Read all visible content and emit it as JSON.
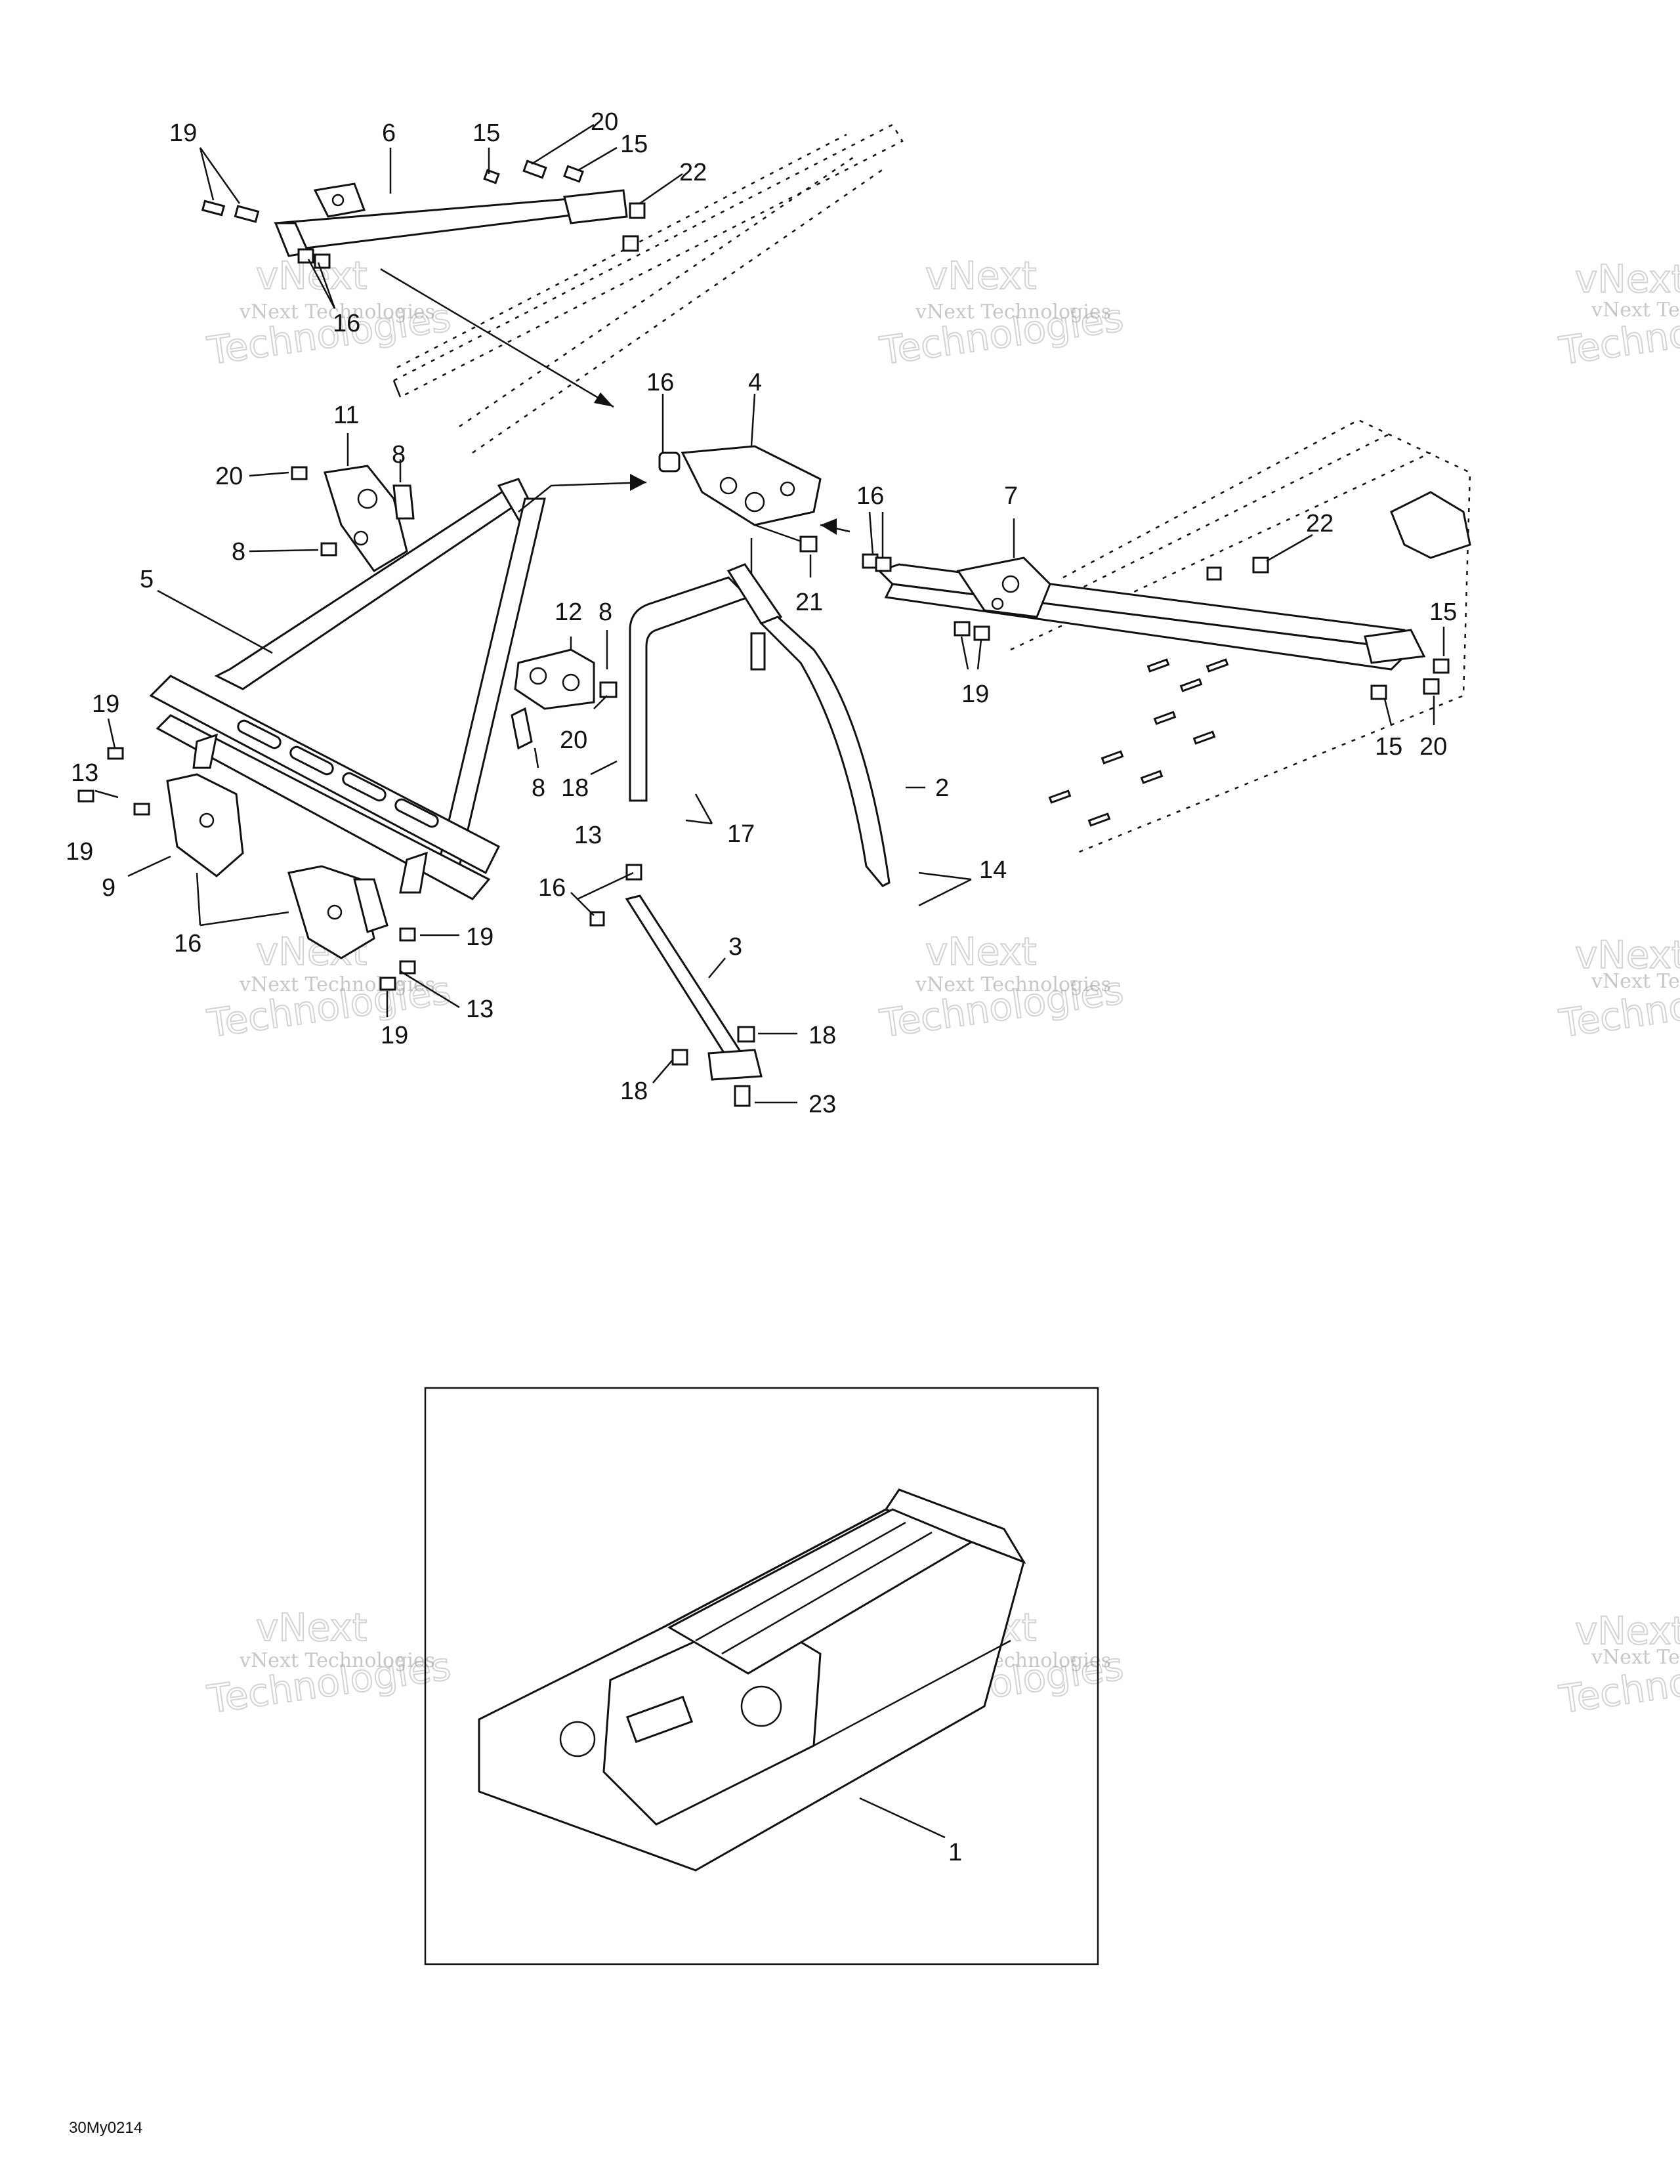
{
  "callouts": {
    "c1": "1",
    "c2": "2",
    "c3": "3",
    "c4": "4",
    "c5": "5",
    "c6": "6",
    "c7": "7",
    "c8a": "8",
    "c8b": "8",
    "c8c": "8",
    "c8d": "8",
    "c9": "9",
    "c11": "11",
    "c12": "12",
    "c13a": "13",
    "c13b": "13",
    "c13c": "13",
    "c14": "14",
    "c15a": "15",
    "c15b": "15",
    "c15c": "15",
    "c15d": "15",
    "c16a": "16",
    "c16b": "16",
    "c16c": "16",
    "c16d": "16",
    "c16e": "16",
    "c17": "17",
    "c18a": "18",
    "c18b": "18",
    "c18c": "18",
    "c19a": "19",
    "c19b": "19",
    "c19c": "19",
    "c19d": "19",
    "c19e": "19",
    "c19f": "19",
    "c20a": "20",
    "c20b": "20",
    "c20c": "20",
    "c20d": "20",
    "c21": "21",
    "c22a": "22",
    "c22b": "22",
    "c23": "23"
  },
  "figure_code": "30My0214",
  "watermark": {
    "line1": "vNext Technologies",
    "line2": "Technologies",
    "line3": "vNext"
  }
}
